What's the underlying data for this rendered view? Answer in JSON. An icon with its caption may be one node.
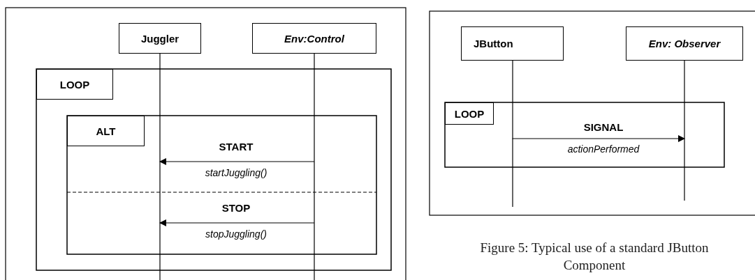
{
  "diagram": {
    "caption": "Figure 5: Typical use of a standard JButton Component",
    "nodes": [
      {
        "text": [
          "Juggler"
        ]
      },
      {
        "text": [
          "Env:Control"
        ]
      },
      {
        "text": [
          "LOOP"
        ]
      },
      {
        "text": [
          "ALT"
        ]
      },
      {
        "text": [
          "JButton"
        ]
      },
      {
        "text": [
          "Env: Observer"
        ]
      },
      {
        "text": [
          "LOOP"
        ]
      }
    ],
    "edges": [
      {
        "from": 1,
        "to": 0,
        "arrow": "to",
        "label": "START"
      },
      {
        "from": 1,
        "to": 0,
        "arrow": "to",
        "label": "STOP"
      },
      {
        "from": 4,
        "to": 5,
        "arrow": "to",
        "label": "SIGNAL"
      }
    ],
    "labels": [
      "startJuggling()",
      "stopJuggling()",
      "actionPerformed"
    ]
  }
}
